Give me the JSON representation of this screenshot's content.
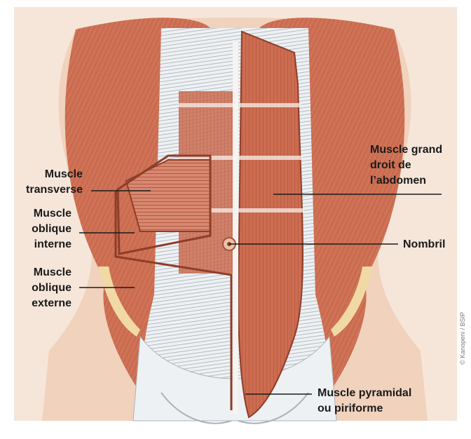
{
  "labels": {
    "transverse": [
      "Muscle",
      "transverse"
    ],
    "oblique_internal": [
      "Muscle",
      "oblique",
      "interne"
    ],
    "oblique_external": [
      "Muscle",
      "oblique",
      "externe"
    ],
    "rectus": [
      "Muscle grand",
      "droit de",
      "l’abdomen"
    ],
    "navel": [
      "Nombril"
    ],
    "pyramidal": [
      "Muscle pyramidal",
      "ou piriforme"
    ]
  },
  "credit": "© Kanopeni / BSIP",
  "colors": {
    "muscle": "#c8694e",
    "muscle_dark": "#a84a33",
    "skin": "#f3ddcc",
    "fascia": "#eef1f3",
    "fat": "#f1d9a6",
    "background": "#ffffff",
    "text": "#1a1a1a"
  }
}
